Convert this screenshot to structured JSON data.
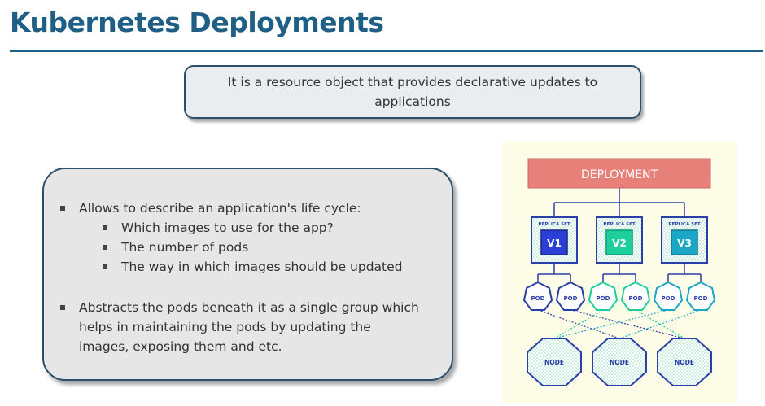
{
  "slide": {
    "title": "Kubernetes Deployments"
  },
  "definition": {
    "text": "It is a resource object that provides declarative updates to applications"
  },
  "bullets": {
    "item1": "Allows to describe an application's life cycle:",
    "sub1": "Which images to use for the app?",
    "sub2": "The number of pods",
    "sub3": "The way in which images should be updated",
    "item2_line1": "Abstracts the pods beneath it as a single group which",
    "item2_line2": "helps in maintaining the pods by updating the",
    "item2_line3": "images, exposing them and etc."
  },
  "diagram": {
    "deployment_label": "DEPLOYMENT",
    "replica_sets": [
      {
        "label": "REPLICA SET",
        "version": "V1",
        "color": "#2b3fd6"
      },
      {
        "label": "REPLICA SET",
        "version": "V2",
        "color": "#1ccf9c"
      },
      {
        "label": "REPLICA SET",
        "version": "V3",
        "color": "#1aa6c4"
      }
    ],
    "pod_label": "POD",
    "node_label": "NODE",
    "colors": {
      "deployment_fill": "#e8807a",
      "line": "#2b3fa8",
      "v1_pod": "#2b3fa8",
      "v2_pod": "#1ccf9c",
      "v3_pod": "#1aa6c4"
    }
  }
}
